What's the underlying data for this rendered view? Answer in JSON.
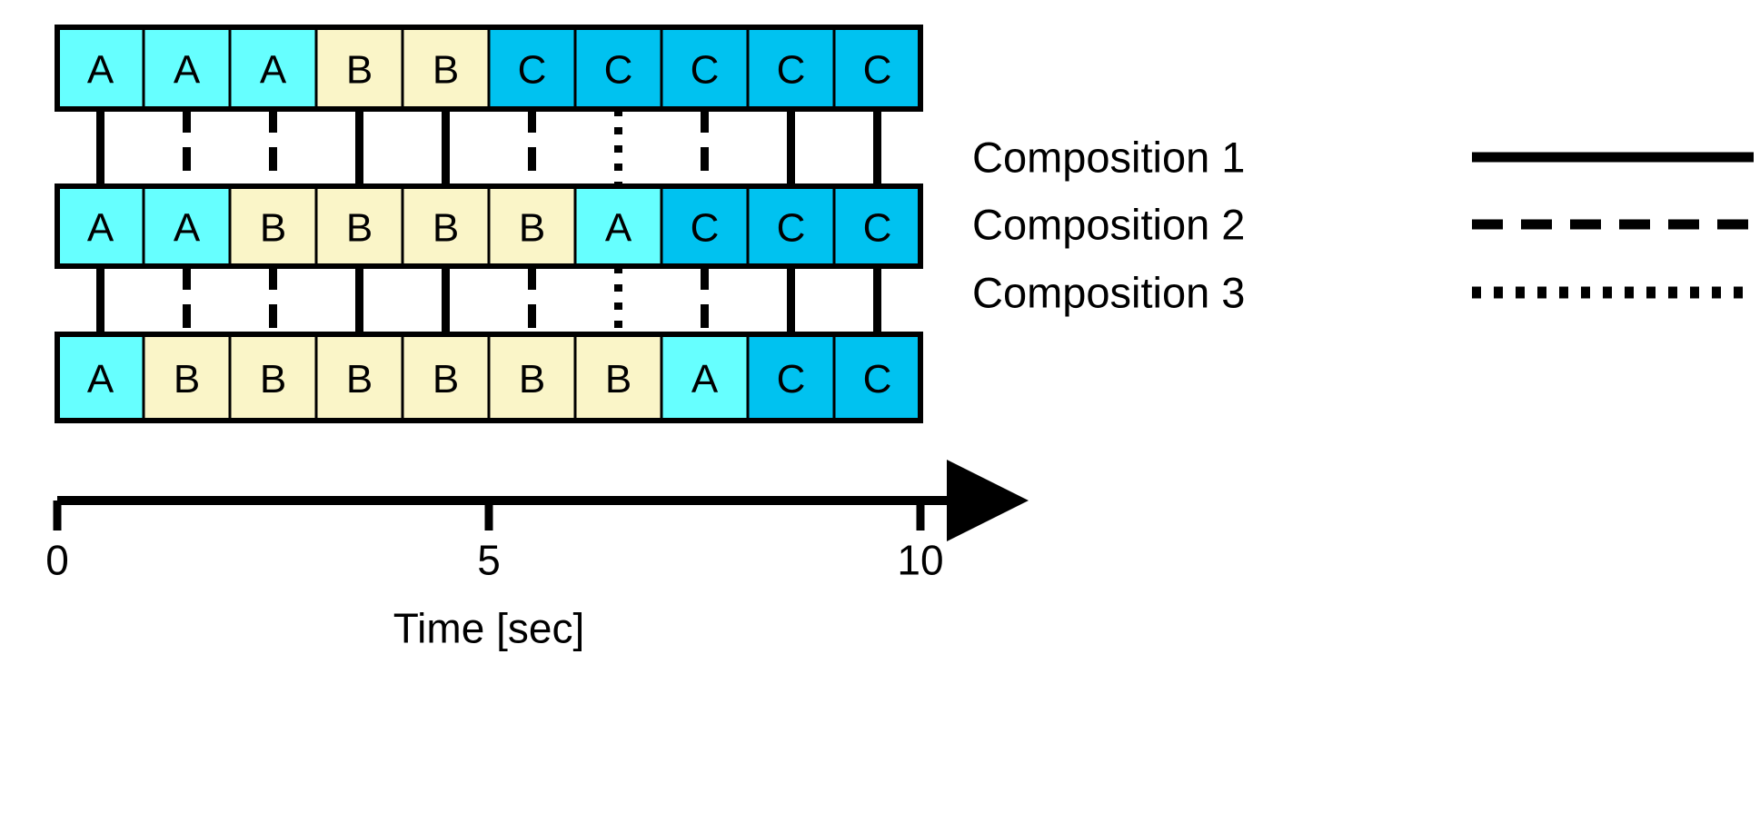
{
  "figure": {
    "kind": "timeline-composition-diagram",
    "background_color": "#FFFFFF",
    "stroke_color": "#000000"
  },
  "chart_data": {
    "type": "table",
    "title": "",
    "xlabel": "Time [sec]",
    "ylabel": "",
    "xlim": [
      0,
      10
    ],
    "grid": false,
    "legend_position": "right",
    "state_colors": {
      "A": "#66FFFF",
      "B": "#FAF5C8",
      "C": "#00C2F0"
    },
    "categories": [
      "0-1",
      "1-2",
      "2-3",
      "3-4",
      "4-5",
      "5-6",
      "6-7",
      "7-8",
      "8-9",
      "9-10"
    ],
    "series": [
      {
        "name": "Composition 1",
        "line_style": "solid",
        "values": [
          "A",
          "A",
          "A",
          "B",
          "B",
          "C",
          "C",
          "C",
          "C",
          "C"
        ]
      },
      {
        "name": "Composition 2",
        "line_style": "dashed",
        "values": [
          "A",
          "A",
          "B",
          "B",
          "B",
          "B",
          "A",
          "C",
          "C",
          "C"
        ]
      },
      {
        "name": "Composition 3",
        "line_style": "dotted",
        "values": [
          "A",
          "B",
          "B",
          "B",
          "B",
          "B",
          "B",
          "A",
          "C",
          "C"
        ]
      }
    ],
    "boundary_markers": [
      {
        "time": 0.5,
        "style": "solid"
      },
      {
        "time": 1.5,
        "style": "dashed"
      },
      {
        "time": 2.5,
        "style": "dashed"
      },
      {
        "time": 3.5,
        "style": "solid"
      },
      {
        "time": 4.5,
        "style": "solid"
      },
      {
        "time": 5.5,
        "style": "dashed"
      },
      {
        "time": 6.5,
        "style": "dotted"
      },
      {
        "time": 7.5,
        "style": "dashed"
      },
      {
        "time": 8.5,
        "style": "solid"
      },
      {
        "time": 9.5,
        "style": "solid"
      }
    ]
  },
  "rows": [
    {
      "id": "row-1",
      "name": "composition-1-track",
      "cells": [
        {
          "label": "A",
          "state": "A"
        },
        {
          "label": "A",
          "state": "A"
        },
        {
          "label": "A",
          "state": "A"
        },
        {
          "label": "B",
          "state": "B"
        },
        {
          "label": "B",
          "state": "B"
        },
        {
          "label": "C",
          "state": "C"
        },
        {
          "label": "C",
          "state": "C"
        },
        {
          "label": "C",
          "state": "C"
        },
        {
          "label": "C",
          "state": "C"
        },
        {
          "label": "C",
          "state": "C"
        }
      ]
    },
    {
      "id": "row-2",
      "name": "composition-2-track",
      "cells": [
        {
          "label": "A",
          "state": "A"
        },
        {
          "label": "A",
          "state": "A"
        },
        {
          "label": "B",
          "state": "B"
        },
        {
          "label": "B",
          "state": "B"
        },
        {
          "label": "B",
          "state": "B"
        },
        {
          "label": "B",
          "state": "B"
        },
        {
          "label": "A",
          "state": "A"
        },
        {
          "label": "C",
          "state": "C"
        },
        {
          "label": "C",
          "state": "C"
        },
        {
          "label": "C",
          "state": "C"
        }
      ]
    },
    {
      "id": "row-3",
      "name": "composition-3-track",
      "cells": [
        {
          "label": "A",
          "state": "A"
        },
        {
          "label": "B",
          "state": "B"
        },
        {
          "label": "B",
          "state": "B"
        },
        {
          "label": "B",
          "state": "B"
        },
        {
          "label": "B",
          "state": "B"
        },
        {
          "label": "B",
          "state": "B"
        },
        {
          "label": "B",
          "state": "B"
        },
        {
          "label": "A",
          "state": "A"
        },
        {
          "label": "C",
          "state": "C"
        },
        {
          "label": "C",
          "state": "C"
        }
      ]
    }
  ],
  "connectors": [
    {
      "index": 0,
      "style": "solid"
    },
    {
      "index": 1,
      "style": "dashed"
    },
    {
      "index": 2,
      "style": "dashed"
    },
    {
      "index": 3,
      "style": "solid"
    },
    {
      "index": 4,
      "style": "solid"
    },
    {
      "index": 5,
      "style": "dashed"
    },
    {
      "index": 6,
      "style": "dotted"
    },
    {
      "index": 7,
      "style": "dashed"
    },
    {
      "index": 8,
      "style": "solid"
    },
    {
      "index": 9,
      "style": "solid"
    }
  ],
  "legend": {
    "items": [
      {
        "label": "Composition 1",
        "style": "solid"
      },
      {
        "label": "Composition 2",
        "style": "dashed"
      },
      {
        "label": "Composition 3",
        "style": "dotted"
      }
    ]
  },
  "axis": {
    "title": "Time [sec]",
    "ticks": [
      {
        "value": 0,
        "label": "0"
      },
      {
        "value": 5,
        "label": "5"
      },
      {
        "value": 10,
        "label": "10"
      }
    ]
  }
}
